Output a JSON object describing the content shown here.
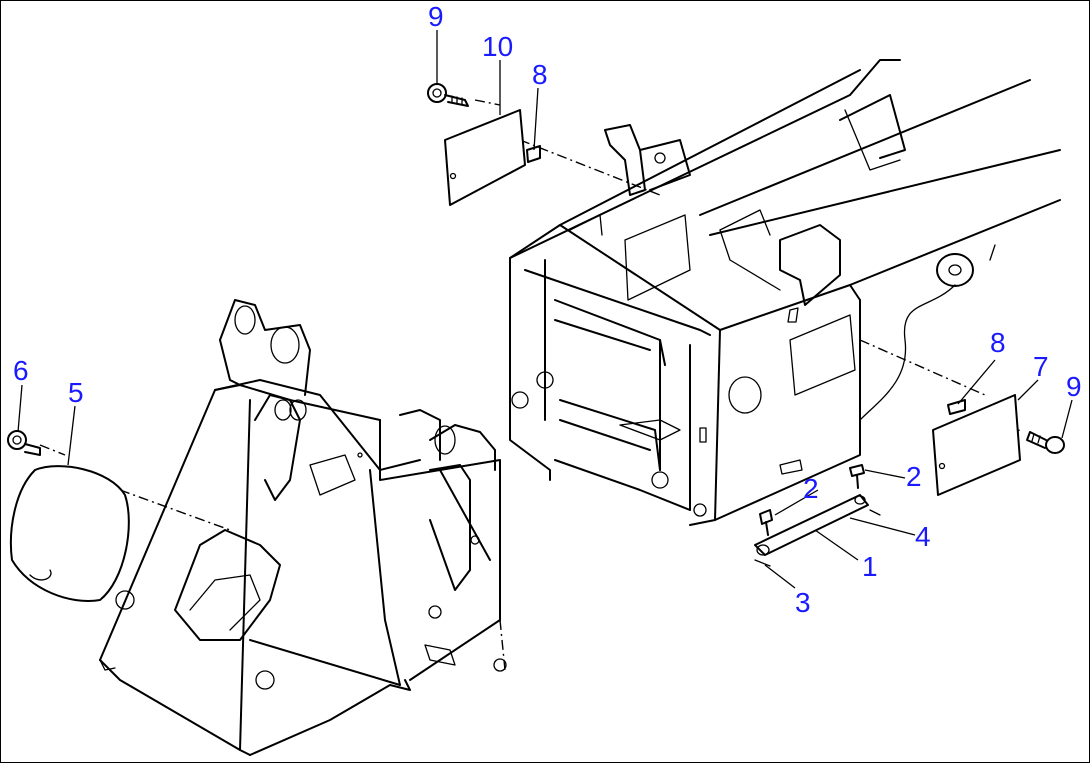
{
  "callouts": [
    {
      "id": "c9a",
      "label": "9"
    },
    {
      "id": "c10",
      "label": "10"
    },
    {
      "id": "c8a",
      "label": "8"
    },
    {
      "id": "c6",
      "label": "6"
    },
    {
      "id": "c5",
      "label": "5"
    },
    {
      "id": "c8b",
      "label": "8"
    },
    {
      "id": "c7",
      "label": "7"
    },
    {
      "id": "c9b",
      "label": "9"
    },
    {
      "id": "c2a",
      "label": "2"
    },
    {
      "id": "c2b",
      "label": "2"
    },
    {
      "id": "c4",
      "label": "4"
    },
    {
      "id": "c1",
      "label": "1"
    },
    {
      "id": "c3",
      "label": "3"
    }
  ],
  "colors": {
    "callout": "#1a1aff",
    "line": "#000000",
    "background": "#ffffff"
  }
}
